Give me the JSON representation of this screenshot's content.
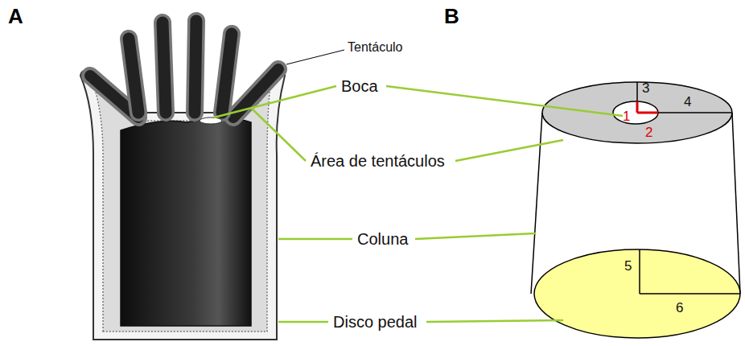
{
  "diagram": {
    "labels": [
      "A",
      "B",
      "Tentáculo",
      "Boca",
      "Área de tentáculos",
      "Coluna",
      "Disco pedal",
      "1",
      "2",
      "3",
      "4",
      "5",
      "6"
    ]
  }
}
